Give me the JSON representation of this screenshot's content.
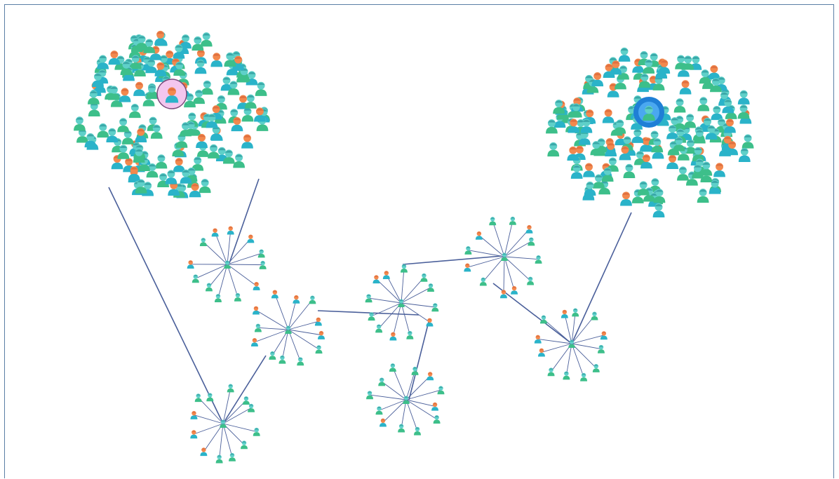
{
  "diagram": {
    "kind": "network-graph",
    "description_visible_text": "",
    "colors": {
      "frame": "#5b7fa6",
      "edge": "#4a5f9a",
      "person_body_green": "#3dbf8a",
      "person_body_teal": "#2ab3c9",
      "person_head_orange": "#f2894e",
      "person_head_teal": "#5fd0c9",
      "highlight_pink": "#f3c6ee",
      "highlight_pink_ring": "#7a4a7a",
      "highlight_blue": "#1f7fd6"
    },
    "icons": {
      "node": "person-icon",
      "highlight_left": "person-icon-pink-circle",
      "highlight_right": "person-icon-blue-circle"
    },
    "clusters": [
      {
        "id": "crowd-left",
        "type": "dense-crowd",
        "members": 150,
        "highlighted": "pink"
      },
      {
        "id": "crowd-right",
        "type": "dense-crowd",
        "members": 150,
        "highlighted": "blue"
      },
      {
        "id": "hub-a",
        "type": "hub",
        "spokes": 12
      },
      {
        "id": "hub-b",
        "type": "hub",
        "spokes": 12
      },
      {
        "id": "hub-c",
        "type": "hub",
        "spokes": 12
      },
      {
        "id": "hub-d",
        "type": "hub",
        "spokes": 12
      },
      {
        "id": "hub-e",
        "type": "hub",
        "spokes": 12
      },
      {
        "id": "hub-f",
        "type": "hub",
        "spokes": 12
      },
      {
        "id": "hub-g",
        "type": "hub",
        "spokes": 12
      }
    ],
    "links": [
      [
        "crowd-left",
        "hub-g"
      ],
      [
        "crowd-left",
        "hub-a"
      ],
      [
        "hub-g",
        "hub-b"
      ],
      [
        "hub-b",
        "hub-c"
      ],
      [
        "hub-c",
        "hub-d"
      ],
      [
        "hub-c",
        "hub-e"
      ],
      [
        "hub-e",
        "hub-f"
      ],
      [
        "hub-e",
        "crowd-right"
      ]
    ]
  }
}
